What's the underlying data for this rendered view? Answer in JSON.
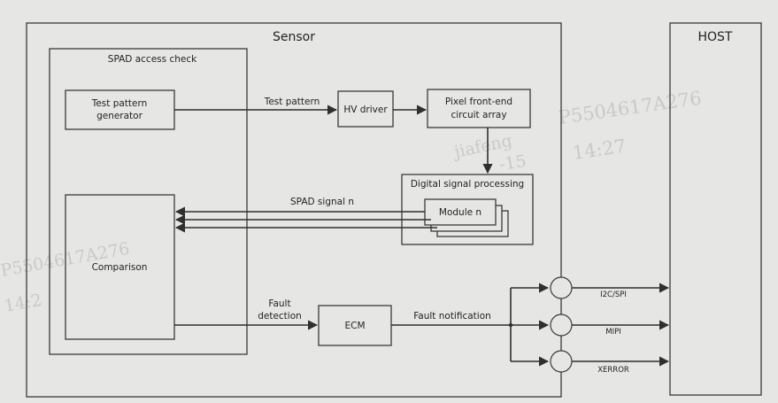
{
  "diagram": {
    "sensor_title": "Sensor",
    "host_title": "HOST",
    "spad_check_title": "SPAD access check",
    "test_pattern_generator": [
      "Test pattern",
      "generator"
    ],
    "comparison": "Comparison",
    "hv_driver": "HV driver",
    "pixel_frontend": [
      "Pixel front-end",
      "circuit array"
    ],
    "dsp_title": "Digital signal processing",
    "module_n": "Module n",
    "ecm": "ECM",
    "edge_test_pattern": "Test pattern",
    "edge_spad_signal": "SPAD signal n",
    "edge_fault_detection": [
      "Fault",
      "detection"
    ],
    "edge_fault_notification": "Fault notification",
    "interfaces": [
      "I2C/SPI",
      "MIPI",
      "XERROR"
    ]
  },
  "watermarks": [
    "P5504617A276",
    "14:27",
    "P5504617A276",
    "14:2",
    "-15",
    "jiafeng"
  ]
}
